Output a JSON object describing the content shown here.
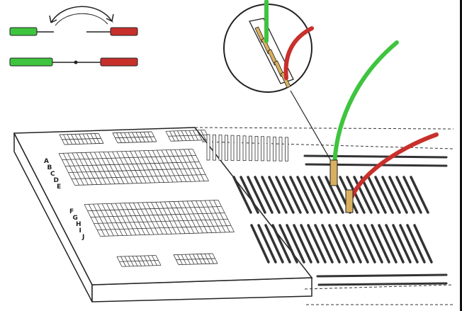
{
  "illustration": {
    "row_labels_top": [
      "A",
      "B",
      "C",
      "D",
      "E"
    ],
    "row_labels_bottom": [
      "F",
      "G",
      "H",
      "I",
      "J"
    ]
  },
  "colors": {
    "wire_green": "#3ec43e",
    "wire_red": "#c8302c",
    "ink": "#1a1a1a",
    "strip": "#333333",
    "pin": "#d8b060"
  }
}
